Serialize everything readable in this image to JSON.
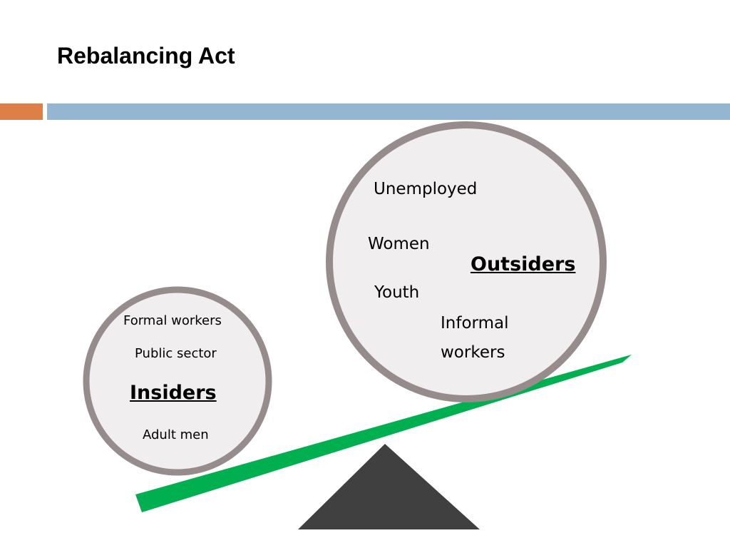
{
  "slide": {
    "title": "Rebalancing Act"
  },
  "colors": {
    "accent_orange": "#dd8047",
    "accent_blue": "#94b6d2",
    "circle_fill": "#f0eeef",
    "circle_border": "#968c8c",
    "lever": "#00b050",
    "fulcrum": "#404040"
  },
  "insiders": {
    "heading": "Insiders",
    "items": [
      "Formal workers",
      "Public sector",
      "Adult men"
    ]
  },
  "outsiders": {
    "heading": "Outsiders",
    "items": [
      "Unemployed",
      "Women",
      "Youth",
      "Informal",
      "workers"
    ]
  }
}
